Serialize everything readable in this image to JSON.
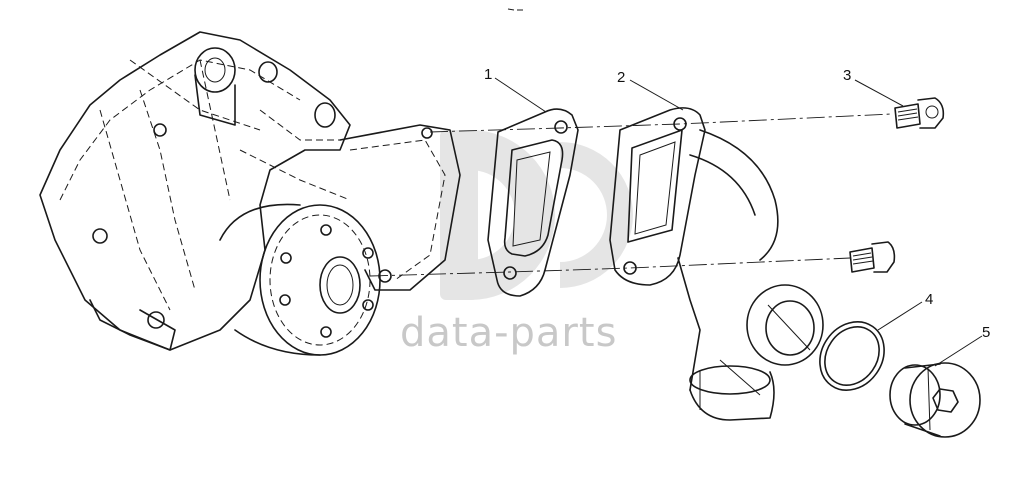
{
  "diagram": {
    "callouts": [
      {
        "id": "1",
        "label": "1"
      },
      {
        "id": "2",
        "label": "2"
      },
      {
        "id": "3",
        "label": "3"
      },
      {
        "id": "4",
        "label": "4"
      },
      {
        "id": "5",
        "label": "5"
      }
    ],
    "watermark": {
      "text": "data-parts",
      "logo": "dp-logo",
      "color": "#c8c8c8"
    },
    "line_color": "#1a1a1a",
    "background": "#ffffff"
  }
}
